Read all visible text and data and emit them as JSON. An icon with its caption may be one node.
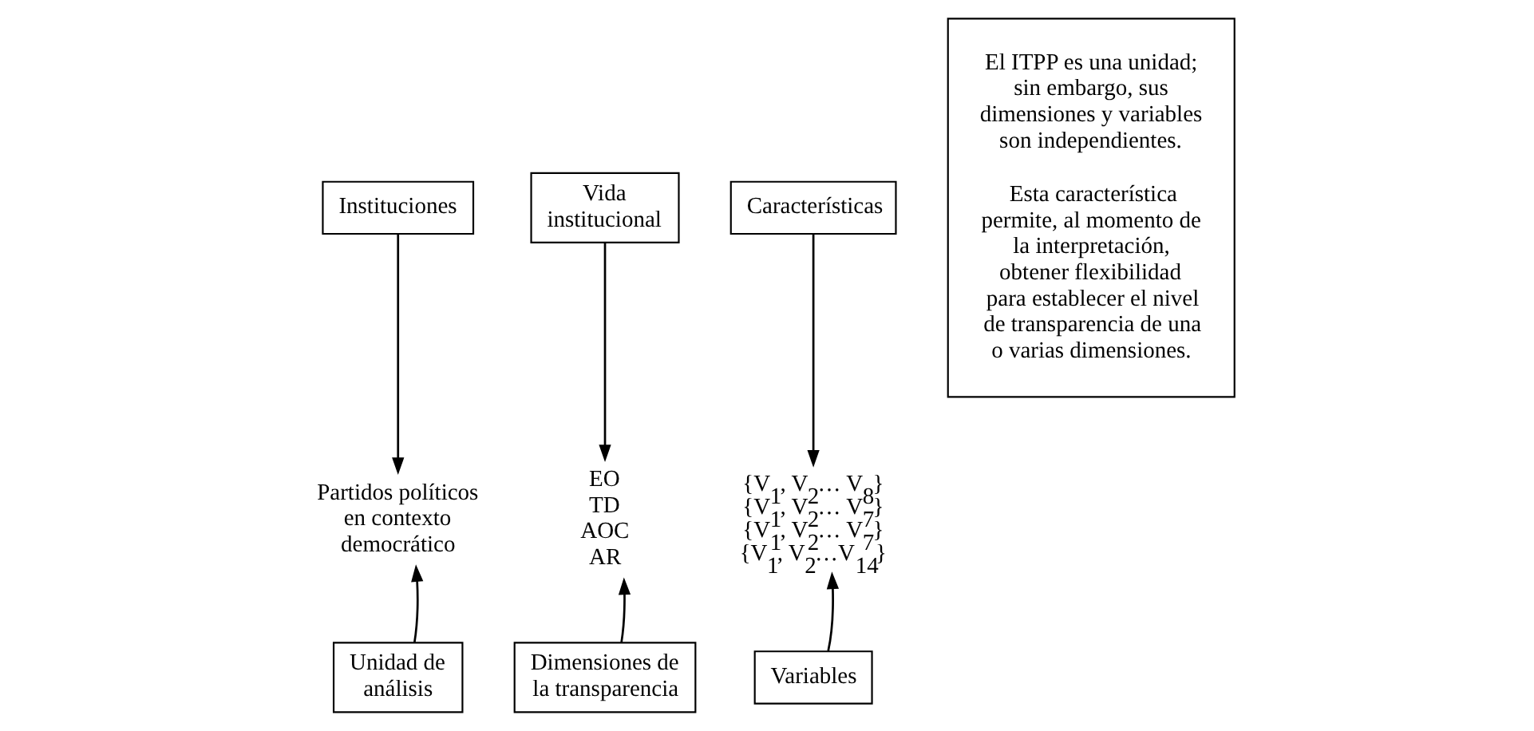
{
  "diagram": {
    "nodes": [
      {
        "text": [
          "Instituciones"
        ]
      },
      {
        "text": [
          "Vida institucional"
        ]
      },
      {
        "text": [
          "Características"
        ]
      },
      {
        "text": [
          "El ITPP es una unidad; sin embargo, sus dimensiones y variables son independientes.",
          "Esta característica permite, al momento de la interpretación, obtener flexibilidad para establecer el nivel de transparencia de una o varias dimensiones."
        ]
      },
      {
        "text": [
          "Partidos políticos en contexto democrático"
        ]
      },
      {
        "text": [
          "EO",
          "TD",
          "AOC",
          "AR"
        ]
      },
      {
        "text": [
          "{V$_{1}$, V$_{2}$… V$_{8}$}",
          "{V$_{1}$, V$_{2}$… V$_{7}$}",
          "{V$_{1}$, V$_{2}$… V$_{7}$}",
          "{V$_{1}$, V$_{2}$…V$_{14}$}"
        ]
      },
      {
        "text": [
          "Unidad de análisis"
        ]
      },
      {
        "text": [
          "Dimensiones de la transparencia"
        ]
      },
      {
        "text": [
          "Variables"
        ]
      }
    ],
    "edges": [
      {
        "from": 0,
        "to": 4,
        "arrow": "to"
      },
      {
        "from": 1,
        "to": 5,
        "arrow": "to"
      },
      {
        "from": 2,
        "to": 6,
        "arrow": "to"
      },
      {
        "from": 7,
        "to": 4,
        "arrow": "to"
      },
      {
        "from": 8,
        "to": 5,
        "arrow": "to"
      },
      {
        "from": 9,
        "to": 6,
        "arrow": "to"
      }
    ]
  }
}
